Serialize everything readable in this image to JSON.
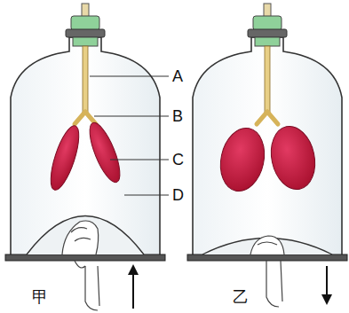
{
  "diagram": {
    "labels": [
      "A",
      "B",
      "C",
      "D",
      "甲",
      "乙"
    ]
  }
}
